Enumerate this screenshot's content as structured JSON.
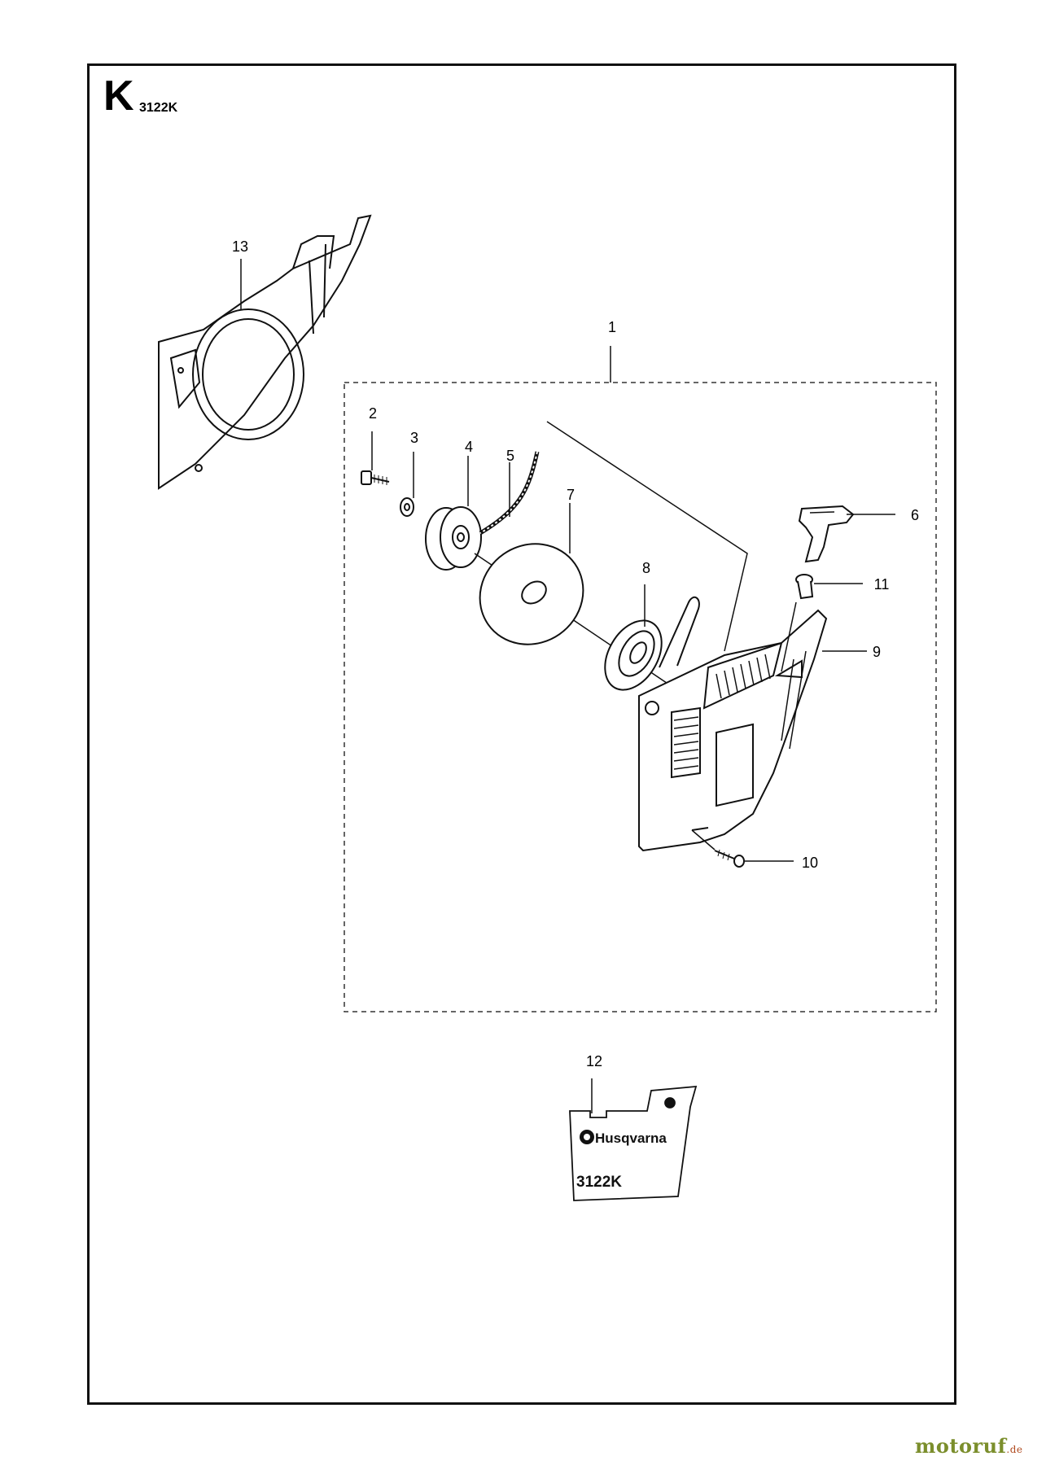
{
  "header": {
    "section_letter": "K",
    "model": "3122K"
  },
  "callouts": [
    {
      "id": "1",
      "text": "1"
    },
    {
      "id": "2",
      "text": "2"
    },
    {
      "id": "3",
      "text": "3"
    },
    {
      "id": "4",
      "text": "4"
    },
    {
      "id": "5",
      "text": "5"
    },
    {
      "id": "6",
      "text": "6"
    },
    {
      "id": "7",
      "text": "7"
    },
    {
      "id": "8",
      "text": "8"
    },
    {
      "id": "9",
      "text": "9"
    },
    {
      "id": "10",
      "text": "10"
    },
    {
      "id": "11",
      "text": "11"
    },
    {
      "id": "12",
      "text": "12"
    },
    {
      "id": "13",
      "text": "13"
    }
  ],
  "decal": {
    "brand": "Husqvarna",
    "model": "3122K"
  },
  "watermark": {
    "name": "motoruf",
    "tld": ".de"
  },
  "colors": {
    "line": "#111111",
    "watermark_green": "#7b8e2c",
    "watermark_red": "#b04a1f"
  }
}
